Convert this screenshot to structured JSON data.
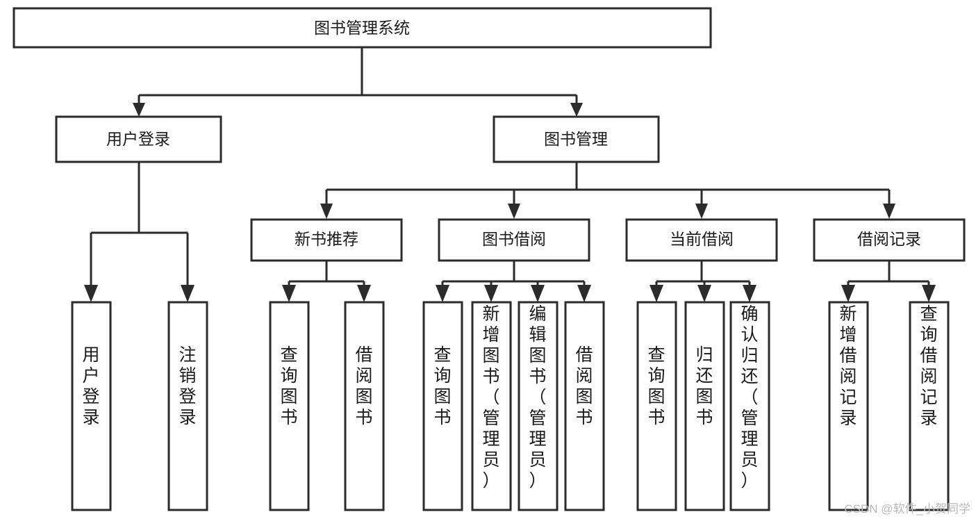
{
  "diagram": {
    "type": "tree",
    "title": "图书管理系统",
    "root": {
      "id": "root",
      "label": "图书管理系统",
      "orientation": "horizontal"
    },
    "level2": [
      {
        "id": "user-login",
        "label": "用户登录",
        "orientation": "horizontal"
      },
      {
        "id": "book-manage",
        "label": "图书管理",
        "orientation": "horizontal"
      }
    ],
    "level3": [
      {
        "id": "new-book-recommend",
        "label": "新书推荐",
        "parent": "book-manage",
        "orientation": "horizontal"
      },
      {
        "id": "book-borrow",
        "label": "图书借阅",
        "parent": "book-manage",
        "orientation": "horizontal"
      },
      {
        "id": "current-borrow",
        "label": "当前借阅",
        "parent": "book-manage",
        "orientation": "horizontal"
      },
      {
        "id": "borrow-record",
        "label": "借阅记录",
        "parent": "book-manage",
        "orientation": "horizontal"
      }
    ],
    "leaves": [
      {
        "id": "leaf-user-login",
        "label": "用户登录",
        "parent": "user-login",
        "orientation": "vertical"
      },
      {
        "id": "leaf-logout",
        "label": "注销登录",
        "parent": "user-login",
        "orientation": "vertical"
      },
      {
        "id": "leaf-query-book-rec",
        "label": "查询图书",
        "parent": "new-book-recommend",
        "orientation": "vertical"
      },
      {
        "id": "leaf-borrow-book-rec",
        "label": "借阅图书",
        "parent": "new-book-recommend",
        "orientation": "vertical"
      },
      {
        "id": "leaf-query-book-borrow",
        "label": "查询图书",
        "parent": "book-borrow",
        "orientation": "vertical"
      },
      {
        "id": "leaf-add-book",
        "label": "新增图书（管理员）",
        "parent": "book-borrow",
        "orientation": "vertical"
      },
      {
        "id": "leaf-edit-book",
        "label": "编辑图书（管理员）",
        "parent": "book-borrow",
        "orientation": "vertical"
      },
      {
        "id": "leaf-borrow-book",
        "label": "借阅图书",
        "parent": "book-borrow",
        "orientation": "vertical"
      },
      {
        "id": "leaf-query-book-current",
        "label": "查询图书",
        "parent": "current-borrow",
        "orientation": "vertical"
      },
      {
        "id": "leaf-return-book",
        "label": "归还图书",
        "parent": "current-borrow",
        "orientation": "vertical"
      },
      {
        "id": "leaf-confirm-return",
        "label": "确认归还（管理员）",
        "parent": "current-borrow",
        "orientation": "vertical"
      },
      {
        "id": "leaf-add-record",
        "label": "新增借阅记录",
        "parent": "borrow-record",
        "orientation": "vertical"
      },
      {
        "id": "leaf-query-record",
        "label": "查询借阅记录",
        "parent": "borrow-record",
        "orientation": "vertical"
      }
    ],
    "colors": {
      "box_stroke": "#2b2b2b",
      "box_fill": "#ffffff",
      "text": "#1a1a1a",
      "connector": "#2b2b2b",
      "background": "#ffffff",
      "watermark": "#b8b8b8"
    }
  },
  "watermark": {
    "text": "CSDN @软件_小贺同学"
  }
}
